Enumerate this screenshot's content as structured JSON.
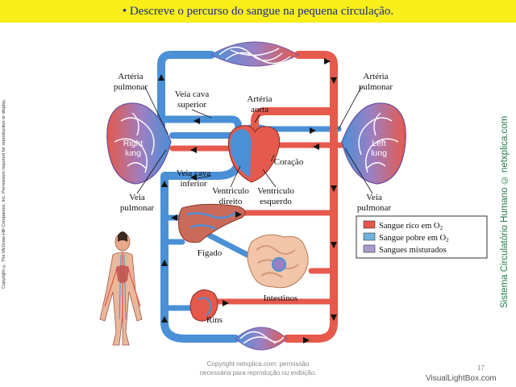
{
  "slide": {
    "title": "• Descreve o percurso do sangue na pequena circulação.",
    "copyright_vertical": "Copyright © The McGraw-Hill Companies, Inc. Permission required for reproduction or display.",
    "site_vertical": "Sistema Circulatório Humano © netxplica.com",
    "note_line1": "Copyright netxplica.com: permissão",
    "note_line2": "necessária para reprodução ou exibição.",
    "page_number": "17",
    "watermark": "VisualLightBox.com"
  },
  "labels": {
    "arteria_pulmonar_left_1": "Artéria",
    "arteria_pulmonar_left_2": "pulmonar",
    "arteria_pulmonar_right_1": "Artéria",
    "arteria_pulmonar_right_2": "pulmonar",
    "veia_cava_superior_1": "Veia cava",
    "veia_cava_superior_2": "superior",
    "arteria_aorta_1": "Artéria",
    "arteria_aorta_2": "aorta",
    "right_lung_1": "Right",
    "right_lung_2": "lung",
    "left_lung_1": "Left",
    "left_lung_2": "lung",
    "coracao": "Coração",
    "veia_cava_inferior_1": "Veia cava",
    "veia_cava_inferior_2": "inferior",
    "ventriculo_direito_1": "Ventrículo",
    "ventriculo_direito_2": "direito",
    "ventriculo_esquerdo_1": "Ventrículo",
    "ventriculo_esquerdo_2": "esquerdo",
    "veia_pulmonar_left_1": "Veia",
    "veia_pulmonar_left_2": "pulmonar",
    "veia_pulmonar_right_1": "Veia",
    "veia_pulmonar_right_2": "pulmonar",
    "figado": "Fígado",
    "intestinos": "Intestinos",
    "rins": "Rins"
  },
  "legend": {
    "items": [
      {
        "label": "Sangue rico em O",
        "sub": "2",
        "color": "#e2564a"
      },
      {
        "label": "Sangue pobre em O",
        "sub": "2",
        "color": "#6fb4dc"
      },
      {
        "label": "Sangues misturados",
        "sub": "",
        "color": "#a99ad0"
      }
    ]
  },
  "colors": {
    "oxygenated": "#e55a4c",
    "deoxygenated": "#4a90d6",
    "title_bar": "#f7ee1a",
    "site_text": "#1f7a4a"
  }
}
